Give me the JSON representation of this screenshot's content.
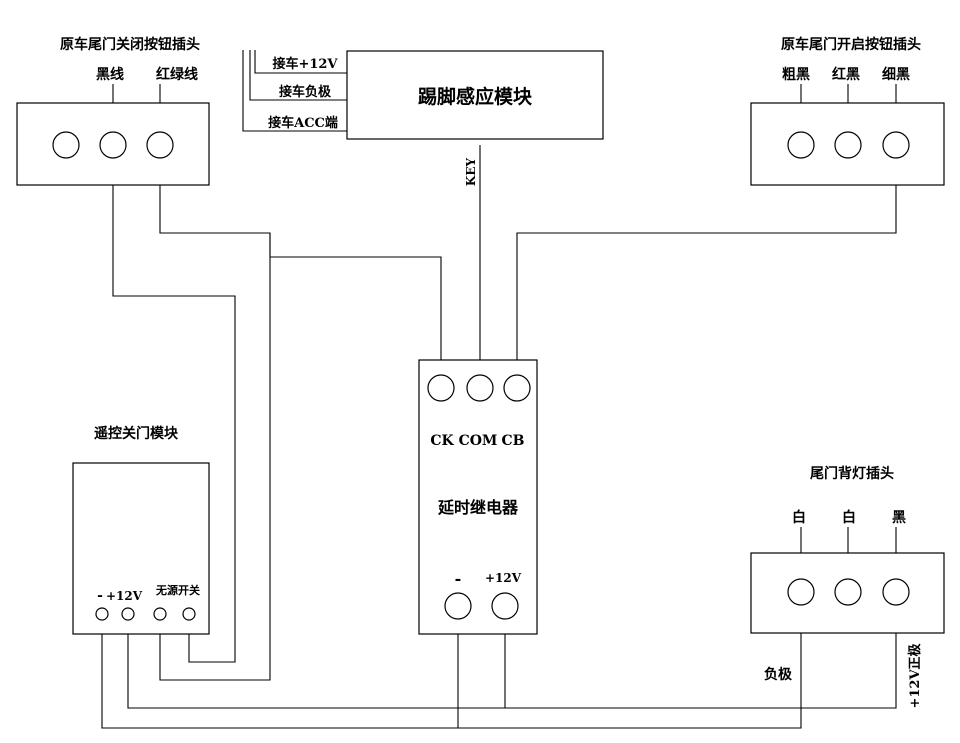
{
  "left_plug": {
    "title": "原车尾门关闭按钮插头",
    "pin_labels": [
      "黑线",
      "红绿线"
    ]
  },
  "right_plug": {
    "title": "原车尾门开启按钮插头",
    "pin_labels": [
      "粗黑",
      "红黑",
      "细黑"
    ]
  },
  "kick_module": {
    "title": "踢脚感应模块",
    "inputs": [
      "接车+12V",
      "接车负极",
      "接车ACC端"
    ],
    "key_label": "KEY"
  },
  "remote_module": {
    "title": "遥控关门模块",
    "minus_label": "-",
    "plus_label": "+12V",
    "switch_label": "无源开关"
  },
  "relay": {
    "title": "延时继电器",
    "pin_ck": "CK",
    "pin_com": "COM",
    "pin_cb": "CB",
    "minus_label": "-",
    "plus_label": "+12V"
  },
  "tail_light_plug": {
    "title": "尾门背灯插头",
    "pin_labels": [
      "白",
      "白",
      "黑"
    ],
    "neg_label": "负极",
    "pos_label": "+12V正极"
  }
}
